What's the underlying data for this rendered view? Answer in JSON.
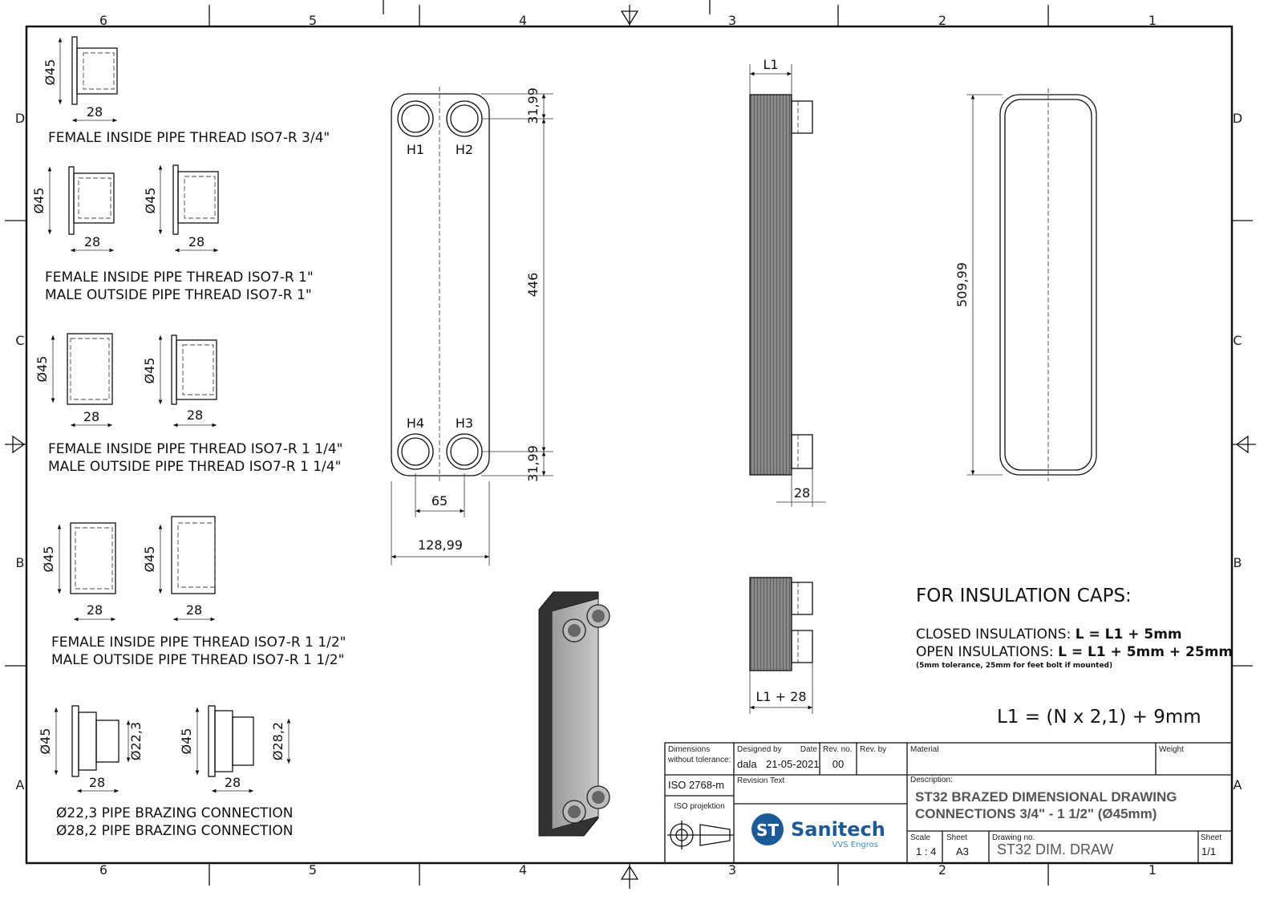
{
  "zones": {
    "columns": [
      "6",
      "5",
      "4",
      "3",
      "2",
      "1"
    ],
    "rows": [
      "D",
      "C",
      "B",
      "A"
    ]
  },
  "fittings": {
    "f1": {
      "dia": "Ø45",
      "len": "28",
      "label": "FEMALE INSIDE PIPE THREAD ISO7-R 3/4\""
    },
    "f2": {
      "dia_a": "Ø45",
      "len_a": "28",
      "dia_b": "Ø45",
      "len_b": "28",
      "label1": "FEMALE INSIDE PIPE THREAD ISO7-R 1\"",
      "label2": "MALE OUTSIDE PIPE THREAD ISO7-R 1\""
    },
    "f3": {
      "dia_a": "Ø45",
      "len_a": "28",
      "dia_b": "Ø45",
      "len_b": "28",
      "label1": "FEMALE INSIDE PIPE THREAD ISO7-R 1 1/4\"",
      "label2": "MALE OUTSIDE PIPE THREAD ISO7-R 1 1/4\""
    },
    "f4": {
      "dia_a": "Ø45",
      "len_a": "28",
      "dia_b": "Ø45",
      "len_b": "28",
      "label1": "FEMALE INSIDE PIPE THREAD ISO7-R 1 1/2\"",
      "label2": "MALE OUTSIDE PIPE THREAD ISO7-R 1 1/2\""
    },
    "f5": {
      "dia_a": "Ø45",
      "len_a": "28",
      "pipe_a": "Ø22,3",
      "dia_b": "Ø45",
      "len_b": "28",
      "pipe_b": "Ø28,2",
      "label1": "Ø22,3 PIPE BRAZING CONNECTION",
      "label2": "Ø28,2 PIPE BRAZING CONNECTION"
    }
  },
  "front_view": {
    "holes": [
      "H1",
      "H2",
      "H3",
      "H4"
    ],
    "dim_top": "31,99",
    "dim_height": "446",
    "dim_bottom": "31,99",
    "dim_hole_spacing": "65",
    "dim_width": "128,99"
  },
  "side_view": {
    "dim_l1": "L1",
    "dim_connection": "28",
    "dim_l1_28": "L1 + 28"
  },
  "back_view": {
    "dim_height": "509,99"
  },
  "notes": {
    "heading": "FOR INSULATION CAPS:",
    "closed_label": "CLOSED INSULATIONS: ",
    "closed_formula": "L = L1 + 5mm",
    "open_label": "OPEN INSULATIONS: ",
    "open_formula": "L = L1 + 5mm + 25mm",
    "tolerance": "(5mm tolerance, 25mm for feet bolt if mounted)",
    "l1_formula": "L1 = (N x 2,1) + 9mm"
  },
  "title_block": {
    "dimensions_label1": "Dimensions",
    "dimensions_label2": "without tolerance:",
    "tolerance_std": "ISO 2768-m",
    "projection_label": "ISO projektion",
    "designed_by_label": "Designed by",
    "designed_by": "dala",
    "date_label": "Date",
    "date": "21-05-2021",
    "rev_no_label": "Rev. no.",
    "rev_no": "00",
    "rev_by_label": "Rev. by",
    "material_label": "Material",
    "weight_label": "Weight",
    "revision_text_label": "Revision Text",
    "description_label": "Description:",
    "description_line1": "ST32 BRAZED DIMENSIONAL DRAWING",
    "description_line2": "CONNECTIONS 3/4\" - 1 1/2\" (Ø45mm)",
    "scale_label": "Scale",
    "scale": "1 : 4",
    "sheet_label": "Sheet",
    "sheet_size": "A3",
    "drawing_no_label": "Drawing no.",
    "drawing_no": "ST32 DIM. DRAW",
    "sheet_count_label": "Sheet",
    "sheet_count": "1/1",
    "logo_name": "Sanitech",
    "logo_sub": "VVS Engros",
    "brand_color": "#1a5a96",
    "brand_sub_color": "#3a8fd0"
  }
}
